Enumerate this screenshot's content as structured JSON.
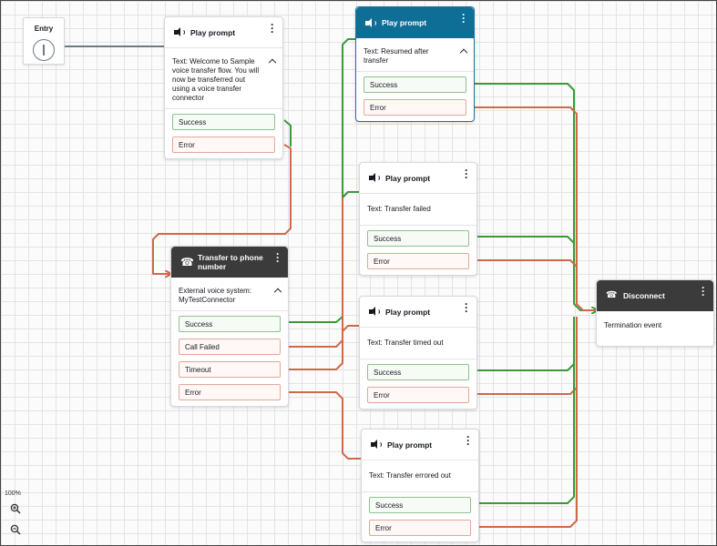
{
  "entry": {
    "label": "Entry"
  },
  "blocks": {
    "welcome": {
      "title": "Play prompt",
      "text": "Text: Welcome to Sample voice transfer flow. You will now be transferred out using a voice transfer connector",
      "ports": [
        "Success",
        "Error"
      ]
    },
    "transfer": {
      "title": "Transfer to phone number",
      "text": "External voice system: MyTestConnector",
      "ports": [
        "Success",
        "Call Failed",
        "Timeout",
        "Error"
      ]
    },
    "resumed": {
      "title": "Play prompt",
      "text": "Text: Resumed after transfer",
      "ports": [
        "Success",
        "Error"
      ]
    },
    "failed": {
      "title": "Play prompt",
      "text": "Text: Transfer failed",
      "ports": [
        "Success",
        "Error"
      ]
    },
    "timedout": {
      "title": "Play prompt",
      "text": "Text: Transfer timed out",
      "ports": [
        "Success",
        "Error"
      ]
    },
    "errored": {
      "title": "Play prompt",
      "text": "Text: Transfer errored out",
      "ports": [
        "Success",
        "Error"
      ]
    },
    "disconnect": {
      "title": "Disconnect",
      "text": "Termination event"
    }
  },
  "zoom": {
    "level": "100%"
  },
  "icons": {
    "menu": "kebab-menu-icon",
    "prompt": "speaker-icon",
    "transfer": "phone-transfer-icon",
    "disconnect": "hang-up-icon",
    "zoom_in": "zoom-in-icon",
    "zoom_out": "zoom-out-icon"
  },
  "colors": {
    "success_wire": "#3a9a3a",
    "error_wire": "#d0694a",
    "entry_wire": "#6c7a89",
    "selected_header": "#0f6e95",
    "dark_header": "#3b3b3b"
  }
}
